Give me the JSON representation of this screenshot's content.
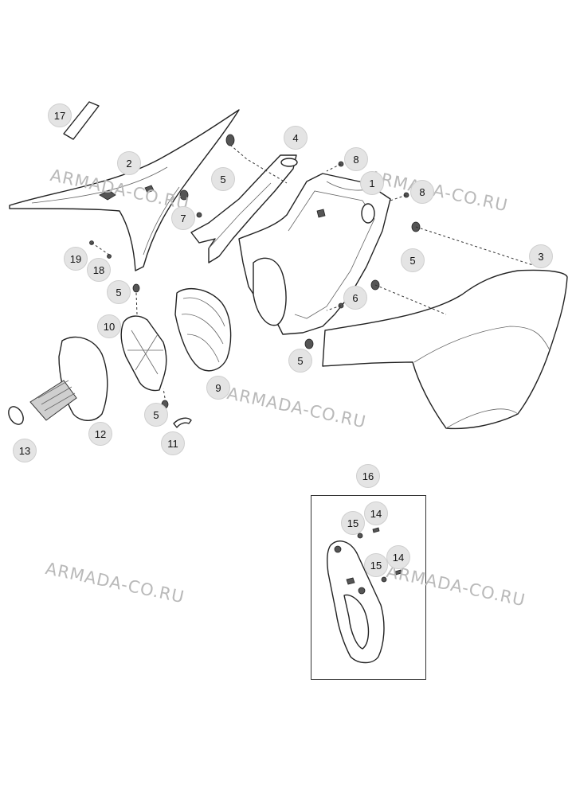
{
  "watermark": {
    "text": "ARMADA-CO.RU",
    "color": "#b9b9b9"
  },
  "callouts": [
    {
      "id": "c17",
      "label": "17"
    },
    {
      "id": "c2",
      "label": "2"
    },
    {
      "id": "c4",
      "label": "4"
    },
    {
      "id": "c5a",
      "label": "5"
    },
    {
      "id": "c8a",
      "label": "8"
    },
    {
      "id": "c1",
      "label": "1"
    },
    {
      "id": "c8b",
      "label": "8"
    },
    {
      "id": "c7",
      "label": "7"
    },
    {
      "id": "c3",
      "label": "3"
    },
    {
      "id": "c19",
      "label": "19"
    },
    {
      "id": "c18",
      "label": "18"
    },
    {
      "id": "c5b",
      "label": "5"
    },
    {
      "id": "c5c",
      "label": "5"
    },
    {
      "id": "c6",
      "label": "6"
    },
    {
      "id": "c10",
      "label": "10"
    },
    {
      "id": "c5d",
      "label": "5"
    },
    {
      "id": "c9",
      "label": "9"
    },
    {
      "id": "c12",
      "label": "12"
    },
    {
      "id": "c5e",
      "label": "5"
    },
    {
      "id": "c11",
      "label": "11"
    },
    {
      "id": "c13",
      "label": "13"
    },
    {
      "id": "c16",
      "label": "16"
    },
    {
      "id": "c14a",
      "label": "14"
    },
    {
      "id": "c15a",
      "label": "15"
    },
    {
      "id": "c14b",
      "label": "14"
    },
    {
      "id": "c15b",
      "label": "15"
    }
  ]
}
